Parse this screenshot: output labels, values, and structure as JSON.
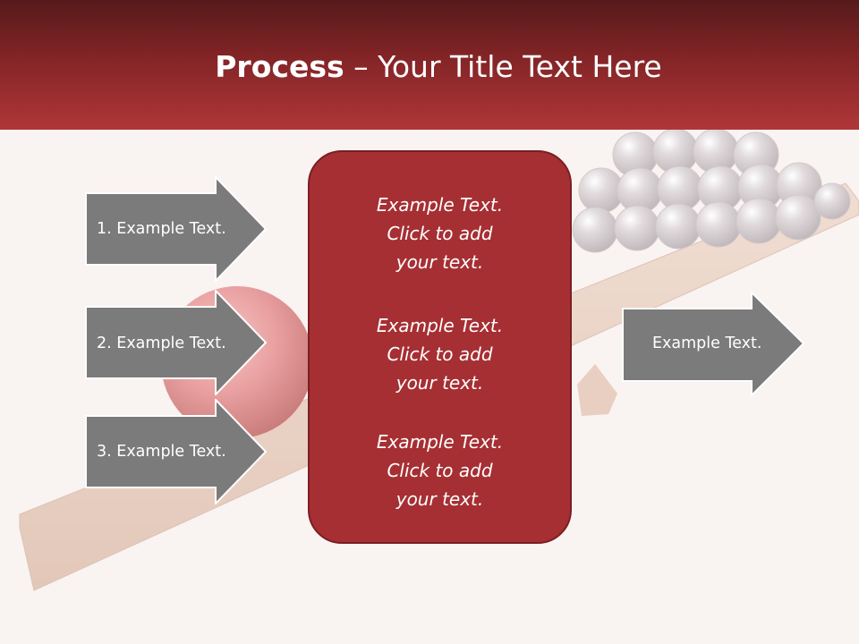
{
  "slide": {
    "title_bold": "Process",
    "title_rest": " – Your Title Text Here"
  },
  "left_arrows": [
    {
      "label": "1. Example Text."
    },
    {
      "label": "2. Example Text."
    },
    {
      "label": "3. Example Text."
    }
  ],
  "center_box": {
    "blocks": [
      {
        "lines": [
          "Example Text.",
          "Click  to add",
          "your text."
        ]
      },
      {
        "lines": [
          "Example Text.",
          "Click  to add",
          "your text."
        ]
      },
      {
        "lines": [
          "Example Text.",
          "Click  to add",
          "your text."
        ]
      }
    ]
  },
  "right_arrow": {
    "label": "Example Text."
  },
  "colors": {
    "header_dark": "#561a1b",
    "header_light": "#b03638",
    "center_fill": "#a62f33",
    "arrow_fill": "#7b7b7b",
    "background": "#f9f3f2"
  }
}
